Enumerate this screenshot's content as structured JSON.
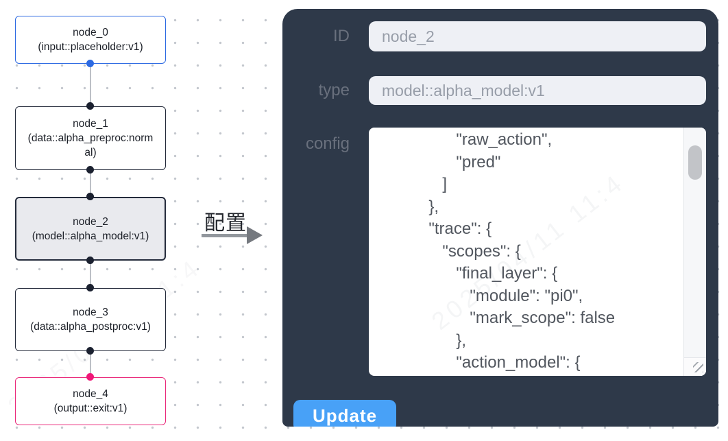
{
  "canvas": {
    "nodes": [
      {
        "name": "node_0",
        "type": "(input::placeholder:v1)"
      },
      {
        "name": "node_1",
        "type": "(data::alpha_preproc:normal)"
      },
      {
        "name": "node_2",
        "type": "(model::alpha_model:v1)"
      },
      {
        "name": "node_3",
        "type": "(data::alpha_postproc:v1)"
      },
      {
        "name": "node_4",
        "type": "(output::exit:v1)"
      }
    ],
    "selected_node": "node_2",
    "colors": {
      "input_node_border": "#2d6ae2",
      "default_node_border": "#242b3b",
      "output_node_border": "#ea2a7b",
      "selected_node_fill": "#e9eaee",
      "edge": "#bcc0c6",
      "input_port": "#2d6ae2",
      "output_port": "#f01778",
      "default_port": "#1b2130"
    }
  },
  "transfer_label": "配置",
  "panel": {
    "colors": {
      "panel_bg": "#2e3949",
      "input_bg": "#eef0f5",
      "button_bg": "#48a1f7"
    },
    "fields": {
      "id": {
        "label": "ID",
        "value": "node_2"
      },
      "type": {
        "label": "type",
        "value": "model::alpha_model:v1"
      },
      "config": {
        "label": "config",
        "value": "                 \"raw_action\",\n                 \"pred\"\n              ]\n           },\n           \"trace\": {\n              \"scopes\": {\n                 \"final_layer\": {\n                    \"module\": \"pi0\",\n                    \"mark_scope\": false\n                 },\n                 \"action_model\": {"
      }
    },
    "update_button": "Update"
  },
  "watermark": "2025/04/11 11:4"
}
